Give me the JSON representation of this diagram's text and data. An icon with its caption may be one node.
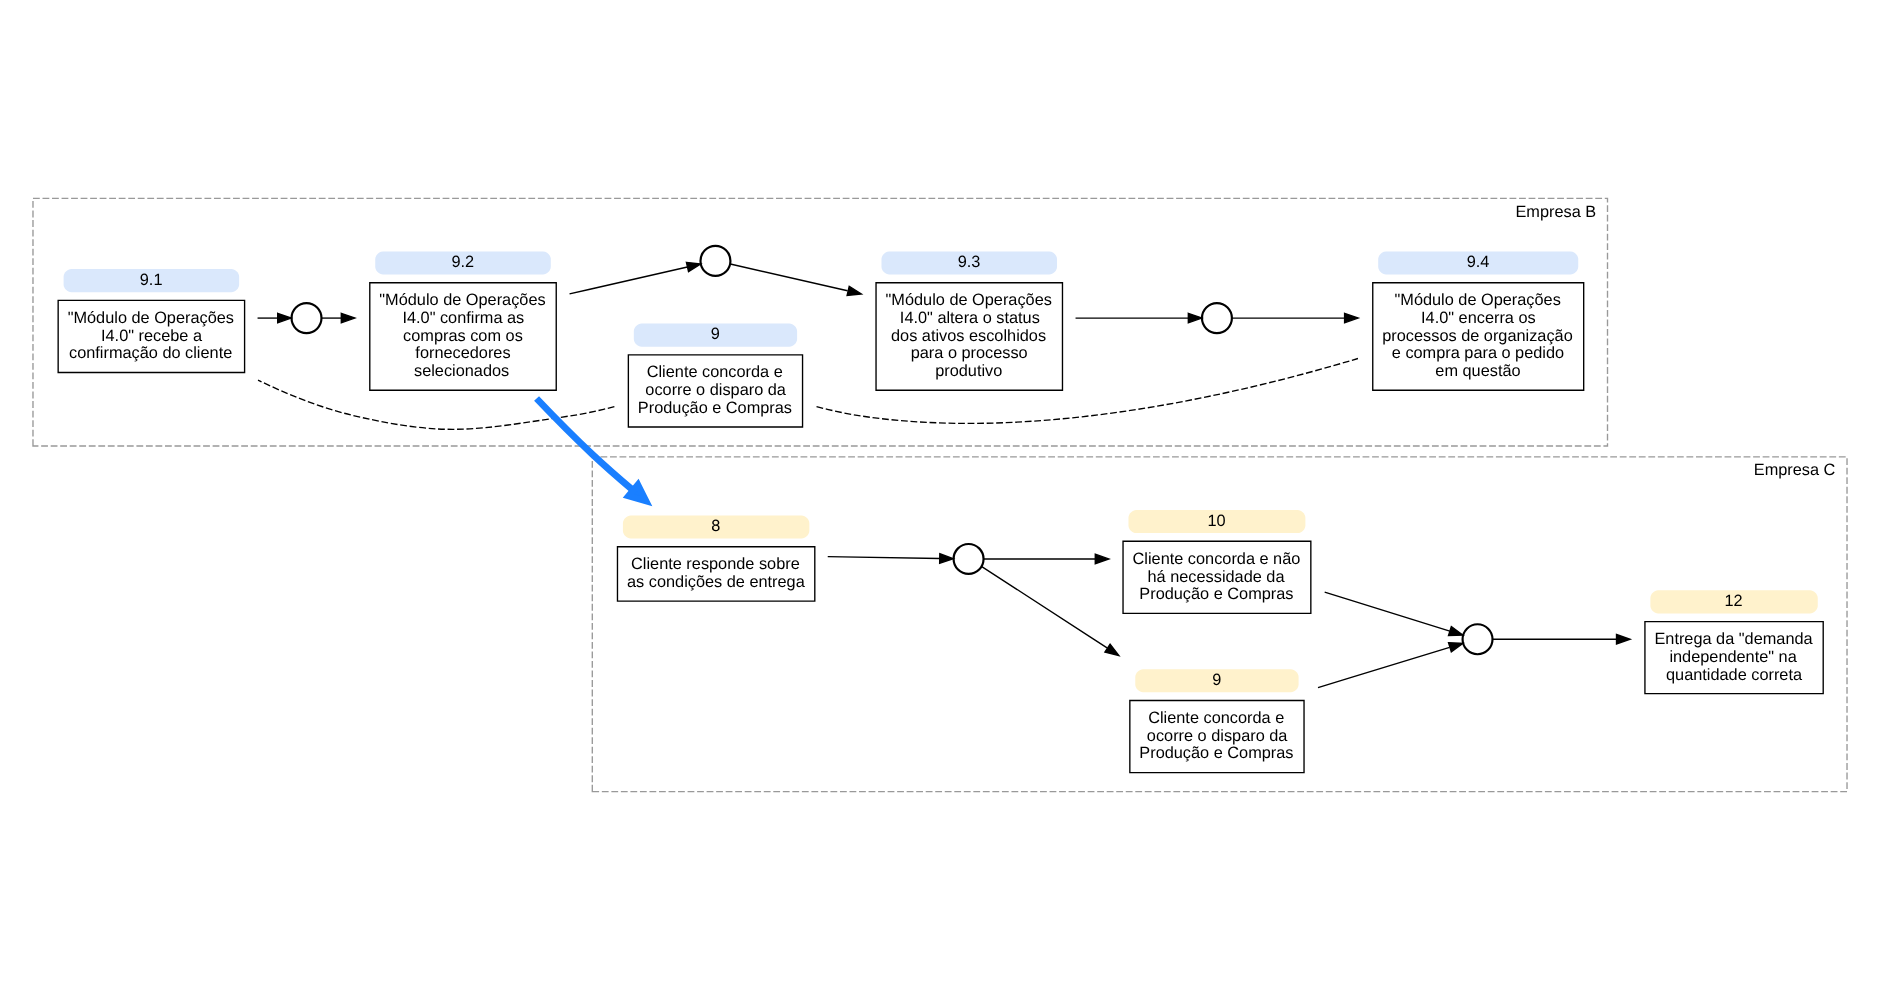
{
  "diagram": {
    "nodes": [
      {
        "text": [
          "Empresa B"
        ]
      },
      {
        "text": [
          "Cliente concorda e ocorre o disparo da Produção e Compras"
        ],
        "in": 0,
        "beside": [
          "9"
        ]
      },
      {
        "text": [
          "\"Módulo de Operações I4.0\" recebe a confirmação do cliente"
        ],
        "in": 0,
        "beside": [
          "9.1"
        ]
      },
      {
        "text": [],
        "shape": "circle",
        "in": 0
      },
      {
        "text": [
          "\"Módulo de Operações I4.0\" confirma as compras com os fornecedores selecionados"
        ],
        "in": 0,
        "beside": [
          "9.2"
        ]
      },
      {
        "text": [],
        "shape": "circle",
        "in": 0
      },
      {
        "text": [
          "\"Módulo de Operações I4.0\" altera o status dos ativos escolhidos para o processo produtivo"
        ],
        "in": 0,
        "beside": [
          "9.3"
        ]
      },
      {
        "text": [],
        "shape": "circle",
        "in": 0
      },
      {
        "text": [
          "\"Módulo de Operações I4.0\" encerra os processos de organização e compra para o pedido em questão"
        ],
        "in": 0,
        "beside": [
          "9.4"
        ]
      },
      {
        "text": [
          "Empresa C"
        ]
      },
      {
        "text": [
          "Cliente responde sobre as condições de entrega"
        ],
        "in": 9,
        "beside": [
          "8"
        ]
      },
      {
        "text": [],
        "shape": "circle",
        "in": 9
      },
      {
        "text": [
          "Cliente concorda e ocorre o disparo da Produção e Compras"
        ],
        "in": 9,
        "beside": [
          "9"
        ]
      },
      {
        "text": [
          "Cliente concorda e não há necessidade da Produção e Compras"
        ],
        "in": 9,
        "beside": [
          "10"
        ]
      },
      {
        "text": [],
        "shape": "circle",
        "in": 9
      },
      {
        "text": [
          "Entrega da \"demanda independente\" na quantidade correta"
        ],
        "in": 9,
        "beside": [
          "12"
        ]
      }
    ],
    "edges": [
      {
        "from": 1,
        "to": 2,
        "arrow": "none",
        "style": "dashed"
      },
      {
        "from": 1,
        "to": 8,
        "arrow": "none",
        "style": "dashed"
      },
      {
        "from": 2,
        "to": 3,
        "arrow": "to"
      },
      {
        "from": 3,
        "to": 4,
        "arrow": "to"
      },
      {
        "from": 4,
        "to": 5,
        "arrow": "to"
      },
      {
        "from": 5,
        "to": 6,
        "arrow": "to"
      },
      {
        "from": 6,
        "to": 7,
        "arrow": "to"
      },
      {
        "from": 7,
        "to": 8,
        "arrow": "to"
      },
      {
        "from": 4,
        "to": 10,
        "arrow": "to",
        "style": "thick",
        "color": "#1a7fff"
      },
      {
        "from": 10,
        "to": 11,
        "arrow": "to"
      },
      {
        "from": 11,
        "to": 12,
        "arrow": "to"
      },
      {
        "from": 11,
        "to": 13,
        "arrow": "to"
      },
      {
        "from": 12,
        "to": 14,
        "arrow": "to"
      },
      {
        "from": 13,
        "to": 14,
        "arrow": "to"
      },
      {
        "from": 14,
        "to": 15,
        "arrow": "to"
      }
    ]
  }
}
